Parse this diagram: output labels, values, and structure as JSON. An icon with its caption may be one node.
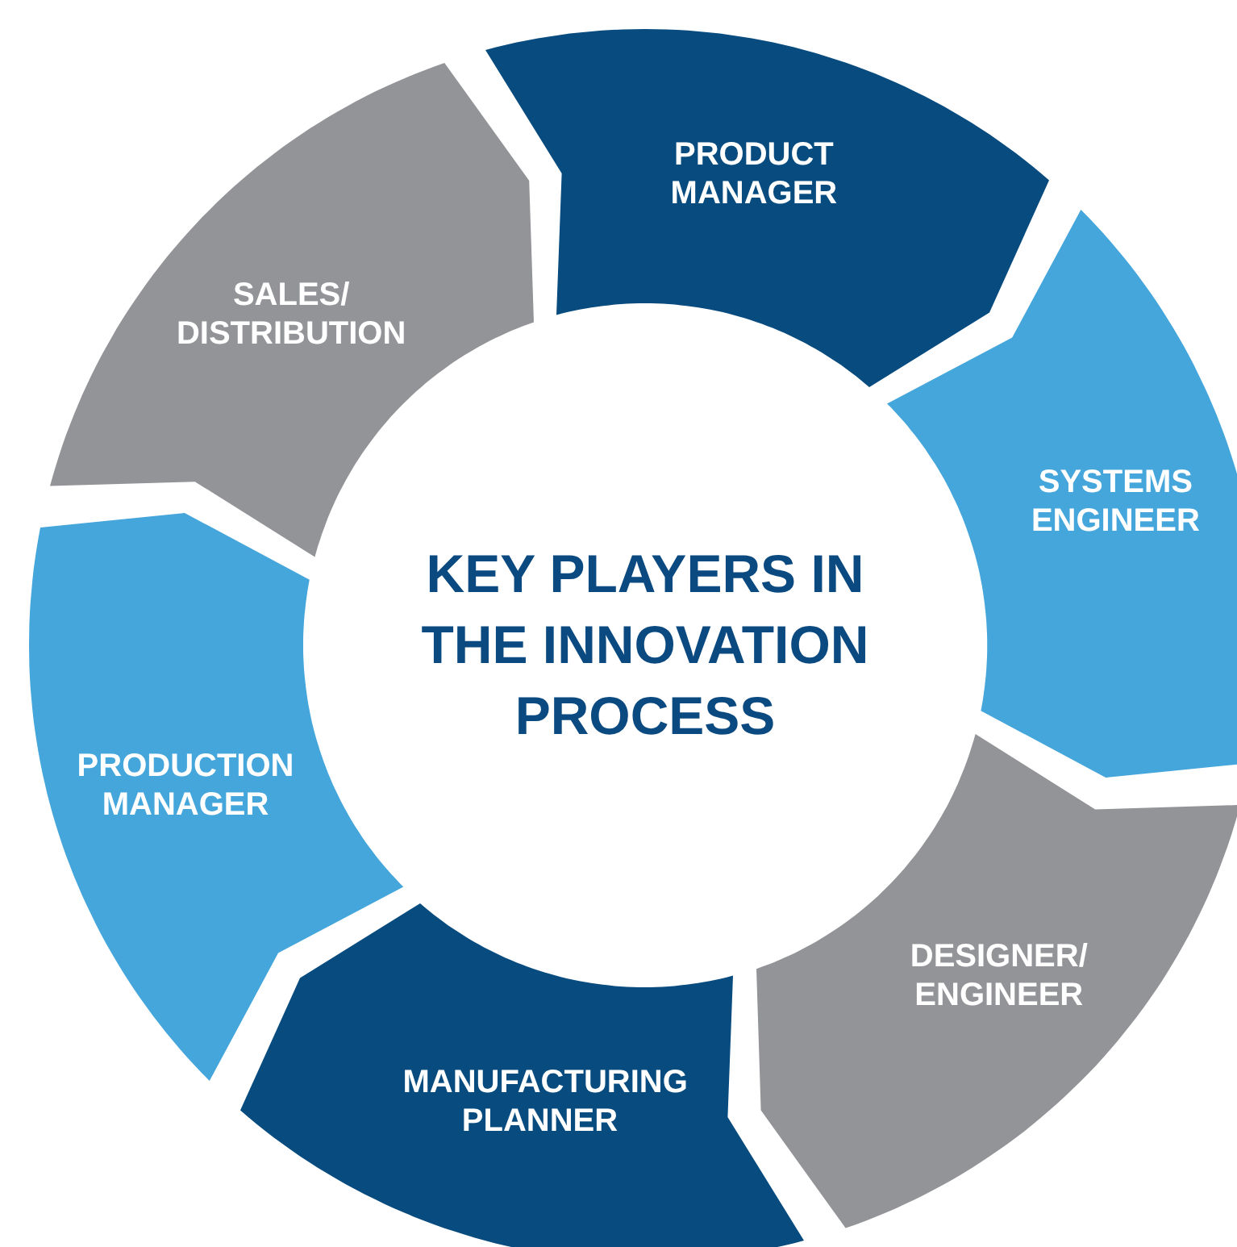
{
  "diagram": {
    "nodes": [
      {
        "text": [
          "KEY PLAYERS IN THE INNOVATION PROCESS"
        ]
      },
      {
        "text": [
          "PRODUCT MANAGER"
        ]
      },
      {
        "text": [
          "SYSTEMS ENGINEER"
        ]
      },
      {
        "text": [
          "DESIGNER/ ENGINEER"
        ]
      },
      {
        "text": [
          "MANUFACTURING PLANNER"
        ]
      },
      {
        "text": [
          "PRODUCTION MANAGER"
        ]
      },
      {
        "text": [
          "SALES/ DISTRIBUTION"
        ]
      }
    ]
  }
}
